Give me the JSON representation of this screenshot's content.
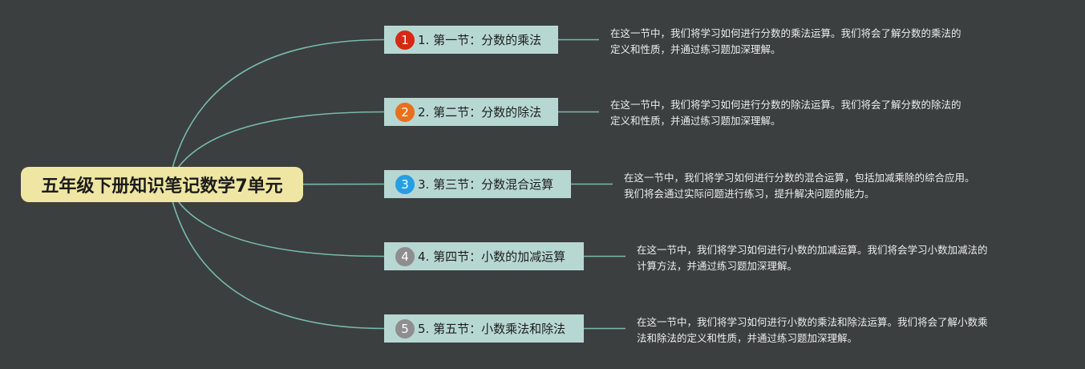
{
  "root": {
    "title": "五年级下册知识笔记数学7单元"
  },
  "topics": [
    {
      "number": "1",
      "label": "1. 第一节：分数的乘法",
      "badge_color": "#d42a12",
      "note_lines": [
        "在这一节中，我们将学习如何进行分数的乘法运算。我们将会了解分数的乘法的",
        "定义和性质，并通过练习题加深理解。"
      ]
    },
    {
      "number": "2",
      "label": "2. 第二节：分数的除法",
      "badge_color": "#e7701e",
      "note_lines": [
        "在这一节中，我们将学习如何进行分数的除法运算。我们将会了解分数的除法的",
        "定义和性质，并通过练习题加深理解。"
      ]
    },
    {
      "number": "3",
      "label": "3. 第三节：分数混合运算",
      "badge_color": "#279ee4",
      "note_lines": [
        "在这一节中，我们将学习如何进行分数的混合运算，包括加减乘除的综合应用。",
        "我们将会通过实际问题进行练习，提升解决问题的能力。"
      ]
    },
    {
      "number": "4",
      "label": "4. 第四节：小数的加减运算",
      "badge_color": "#8e8e8e",
      "note_lines": [
        "在这一节中，我们将学习如何进行小数的加减运算。我们将会学习小数加减法的",
        "计算方法，并通过练习题加深理解。"
      ]
    },
    {
      "number": "5",
      "label": "5. 第五节：小数乘法和除法",
      "badge_color": "#8e8e8e",
      "note_lines": [
        "在这一节中，我们将学习如何进行小数的乘法和除法运算。我们将会了解小数乘",
        "法和除法的定义和性质，并通过练习题加深理解。"
      ]
    }
  ],
  "colors": {
    "connector": "#78b9ab",
    "background": "#3b3f40"
  }
}
